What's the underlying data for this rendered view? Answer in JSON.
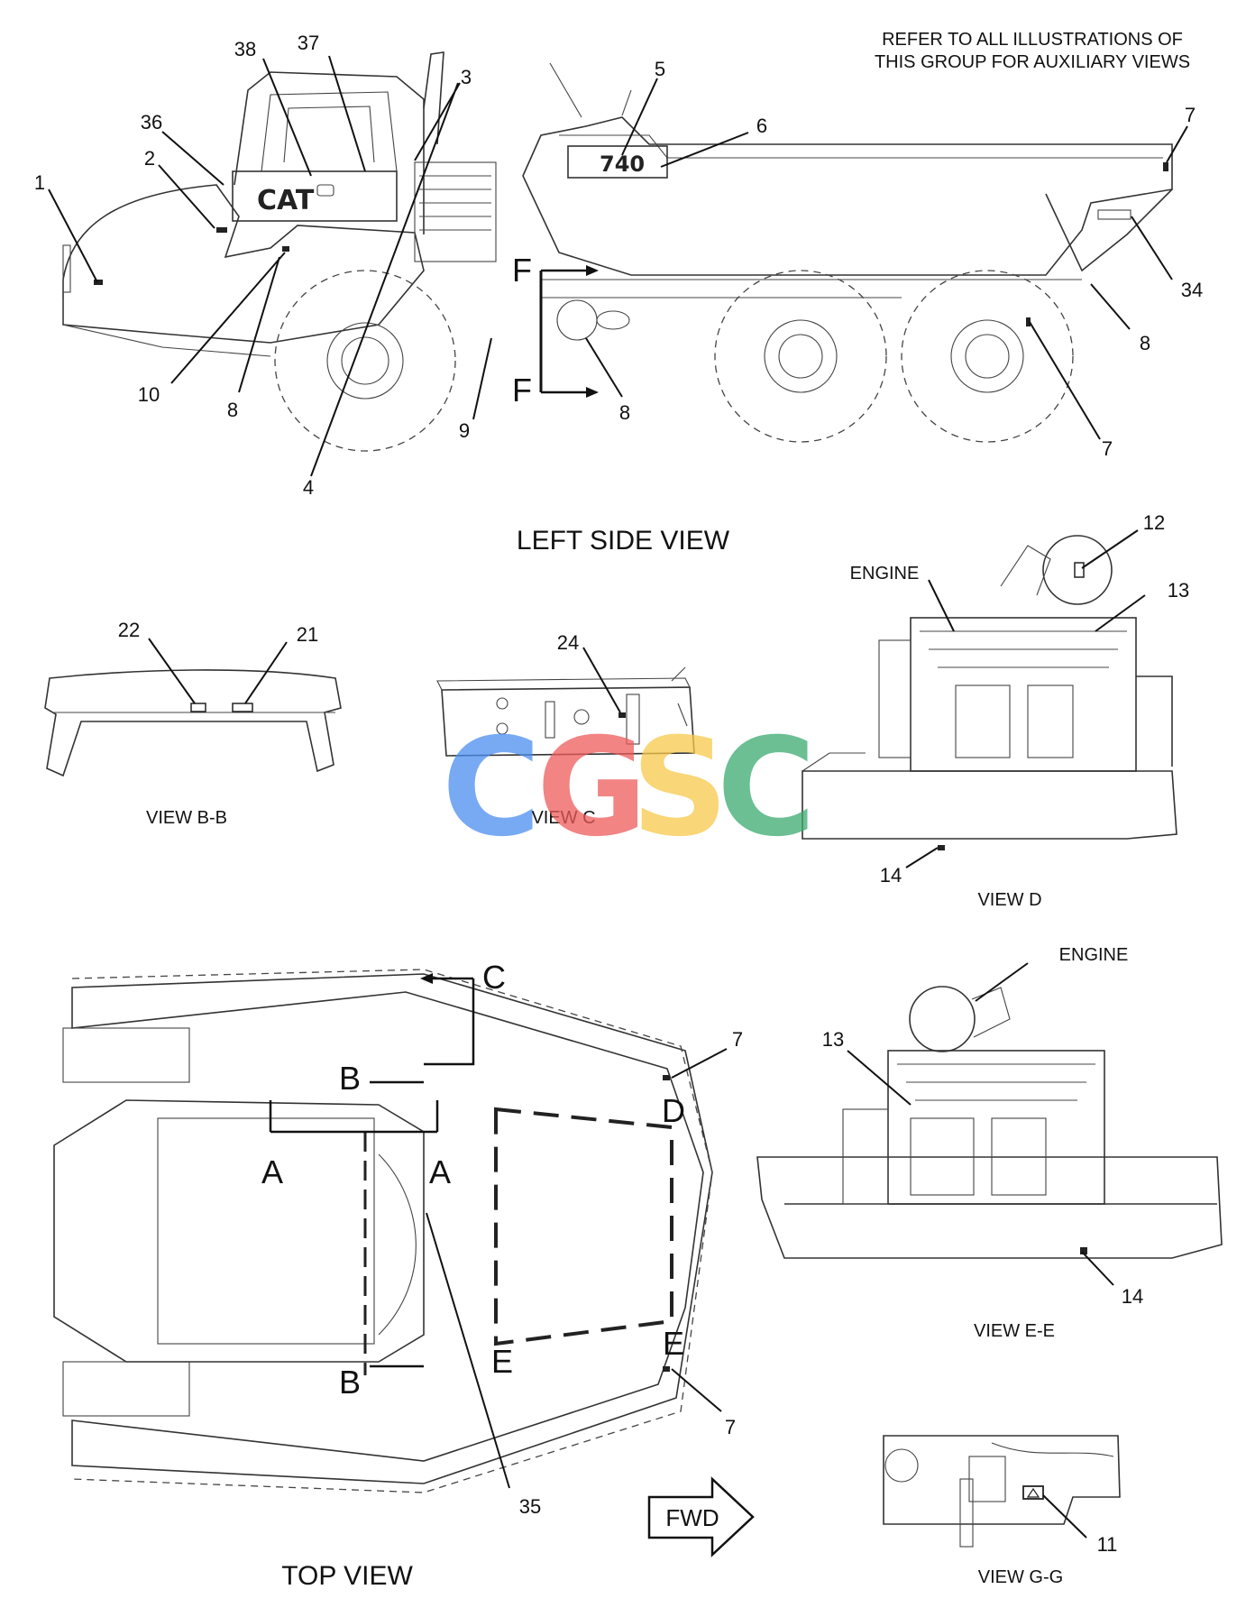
{
  "note": "REFER TO ALL ILLUSTRATIONS OF\nTHIS GROUP FOR AUXILIARY VIEWS",
  "note_lines": [
    "REFER TO ALL ILLUSTRATIONS OF",
    "THIS GROUP FOR AUXILIARY VIEWS"
  ],
  "captions": {
    "left_side": "LEFT SIDE VIEW",
    "view_bb": "VIEW B-B",
    "view_c": "VIEW C",
    "view_d": "VIEW D",
    "top": "TOP VIEW",
    "view_ee": "VIEW E-E",
    "view_gg": "VIEW G-G"
  },
  "labels": {
    "engine": "ENGINE",
    "cat": "CAT",
    "model": "740",
    "fwd": "FWD"
  },
  "watermark": {
    "letters": [
      "C",
      "G",
      "S",
      "C"
    ],
    "colors": [
      "#4a8ef0",
      "#ee5b5b",
      "#f7c94a",
      "#3aaa70"
    ]
  },
  "section_letters": [
    "A",
    "A",
    "B",
    "B",
    "C",
    "D",
    "E",
    "E",
    "F",
    "F"
  ],
  "callouts": {
    "left_side": [
      "1",
      "2",
      "36",
      "38",
      "37",
      "3",
      "4",
      "5",
      "6",
      "7",
      "7",
      "34",
      "8",
      "8",
      "8",
      "9",
      "10"
    ],
    "view_bb": [
      "22",
      "21"
    ],
    "view_c": [
      "24"
    ],
    "view_d": [
      "12",
      "13",
      "14"
    ],
    "top": [
      "7",
      "7",
      "35"
    ],
    "view_ee": [
      "13",
      "14"
    ],
    "view_gg": [
      "11"
    ]
  }
}
